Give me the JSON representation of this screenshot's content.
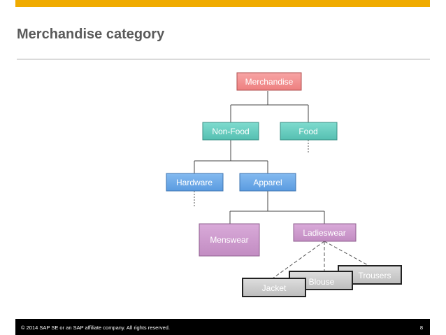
{
  "slide": {
    "title": "Merchandise category",
    "footer_copyright": "© 2014 SAP SE or an SAP affiliate company. All rights reserved.",
    "page_number": "8"
  },
  "colors": {
    "accent_bar": "#f0ab00",
    "footer_bg": "#000000",
    "root_fill": "#f28c8c",
    "level1_fill": "#66cdc0",
    "level2_fill": "#6aa8e8",
    "level3_fill": "#cc99cc",
    "leaf_fill": "#c8c8c8"
  },
  "diagram": {
    "nodes": {
      "merchandise": "Merchandise",
      "non_food": "Non-Food",
      "food": "Food",
      "hardware": "Hardware",
      "apparel": "Apparel",
      "menswear": "Menswear",
      "ladieswear": "Ladieswear",
      "jacket": "Jacket",
      "blouse": "Blouse",
      "trousers": "Trousers"
    }
  }
}
